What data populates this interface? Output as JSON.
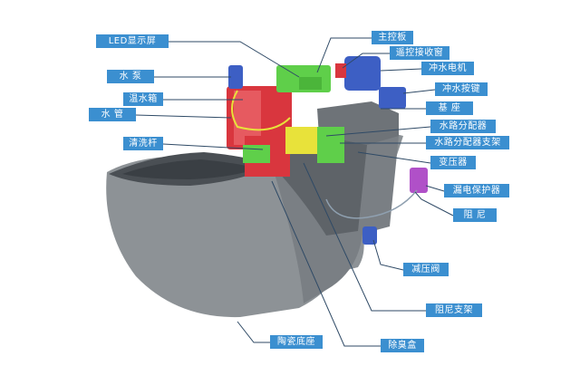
{
  "colors": {
    "label_bg": "#3b8fd0",
    "leader": "#2f4a66",
    "ceramic": "#8d9296",
    "ceramic_dark": "#6b7075",
    "red": "#d9363e",
    "green": "#5fcf4a",
    "yellow": "#e8e23a",
    "blue": "#3d5fc4",
    "purple": "#b050c8"
  },
  "labels": {
    "led_display": "LED显示屏",
    "water_pump": "水 泵",
    "warm_water_tank": "温水箱",
    "water_pipe": "水 管",
    "cleaning_rod": "清洗杆",
    "main_board": "主控板",
    "remote_window": "遥控接收窗",
    "flush_motor": "冲水电机",
    "flush_button": "冲水按键",
    "base_seat": "基 座",
    "water_distributor": "水路分配器",
    "distributor_bracket": "水路分配器支架",
    "transformer": "变压器",
    "leakage_protector": "漏电保护器",
    "damper": "阻 尼",
    "pressure_valve": "减压阀",
    "damper_bracket": "阻尼支架",
    "ceramic_base": "陶瓷底座",
    "deodorizer_box": "除臭盒"
  }
}
